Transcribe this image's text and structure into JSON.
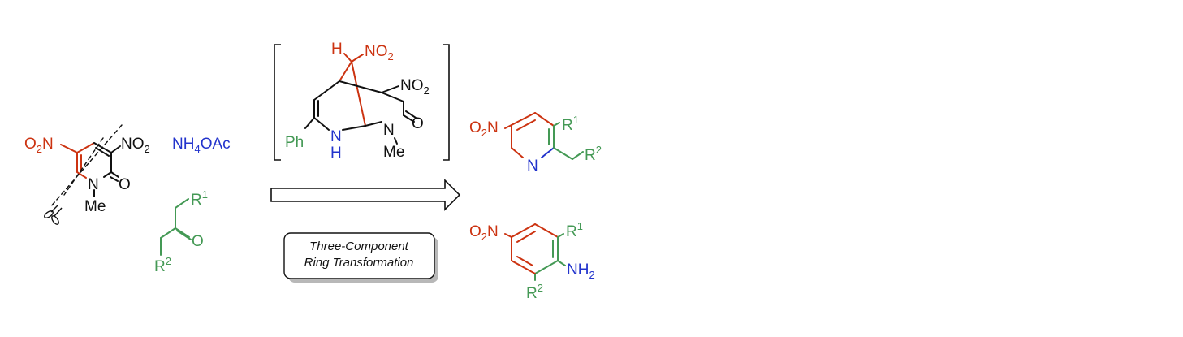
{
  "colors": {
    "red": "#cc3311",
    "green": "#449955",
    "blue": "#2233cc",
    "black": "#111111"
  },
  "reactant_pyridone": {
    "nitro_5_prefix": "O",
    "nitro_5_sub": "2",
    "nitro_5_suffix": "N",
    "nitro_3_prefix": "NO",
    "nitro_3_sub": "2",
    "ring_n": "N",
    "n_methyl": "Me",
    "carbonyl_o": "O"
  },
  "ammonium_acetate": {
    "prefix": "NH",
    "sub": "4",
    "suffix": "OAc"
  },
  "ketone": {
    "r1": "R",
    "r1_sup": "1",
    "r2": "R",
    "r2_sup": "2",
    "carbonyl_o": "O"
  },
  "intermediate": {
    "h": "H",
    "nitro_top_prefix": "NO",
    "nitro_top_sub": "2",
    "nitro_right_prefix": "NO",
    "nitro_right_sub": "2",
    "carbonyl_o": "O",
    "amide_n": "N",
    "n_methyl": "Me",
    "amine_n": "N",
    "amine_h": "H",
    "phenyl": "Ph"
  },
  "reaction_box": {
    "line1": "Three-Component",
    "line2": "Ring Transformation"
  },
  "product_pyridine": {
    "nitro_prefix": "O",
    "nitro_sub": "2",
    "nitro_suffix": "N",
    "ring_n": "N",
    "r1": "R",
    "r1_sup": "1",
    "r2": "R",
    "r2_sup": "2"
  },
  "product_aniline": {
    "nitro_prefix": "O",
    "nitro_sub": "2",
    "nitro_suffix": "N",
    "r1": "R",
    "r1_sup": "1",
    "r2": "R",
    "r2_sup": "2",
    "nh2_prefix": "NH",
    "nh2_sub": "2"
  }
}
